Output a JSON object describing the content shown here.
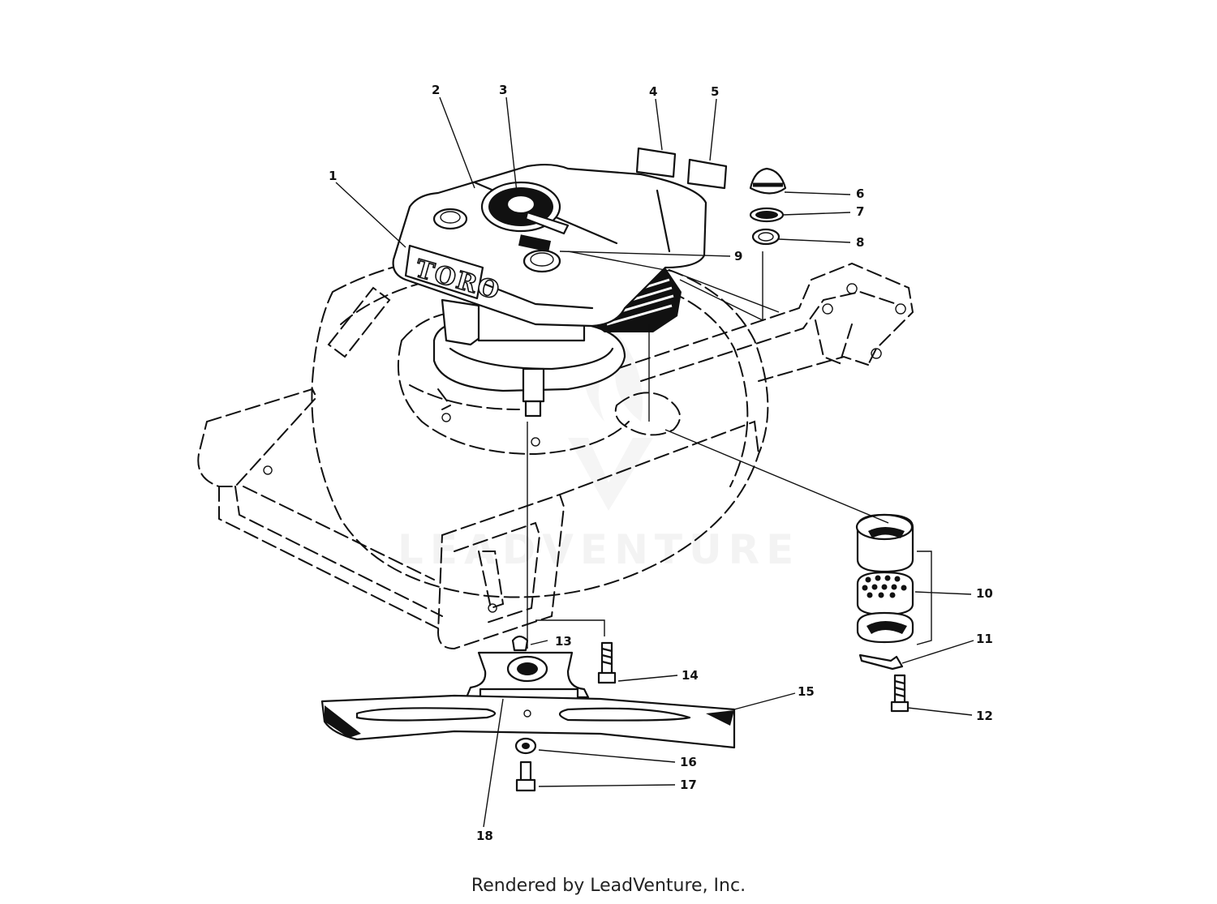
{
  "diagram": {
    "brand_text": "TORO",
    "watermark": "LEADVENTURE",
    "callouts": [
      {
        "id": "1",
        "label": "1"
      },
      {
        "id": "2",
        "label": "2"
      },
      {
        "id": "3",
        "label": "3"
      },
      {
        "id": "4",
        "label": "4"
      },
      {
        "id": "5",
        "label": "5"
      },
      {
        "id": "6",
        "label": "6"
      },
      {
        "id": "7",
        "label": "7"
      },
      {
        "id": "8",
        "label": "8"
      },
      {
        "id": "9",
        "label": "9"
      },
      {
        "id": "10",
        "label": "10"
      },
      {
        "id": "11",
        "label": "11"
      },
      {
        "id": "12",
        "label": "12"
      },
      {
        "id": "13",
        "label": "13"
      },
      {
        "id": "14",
        "label": "14"
      },
      {
        "id": "15",
        "label": "15"
      },
      {
        "id": "16",
        "label": "16"
      },
      {
        "id": "17",
        "label": "17"
      },
      {
        "id": "18",
        "label": "18"
      }
    ]
  },
  "footer": {
    "text": "Rendered by LeadVenture, Inc."
  }
}
